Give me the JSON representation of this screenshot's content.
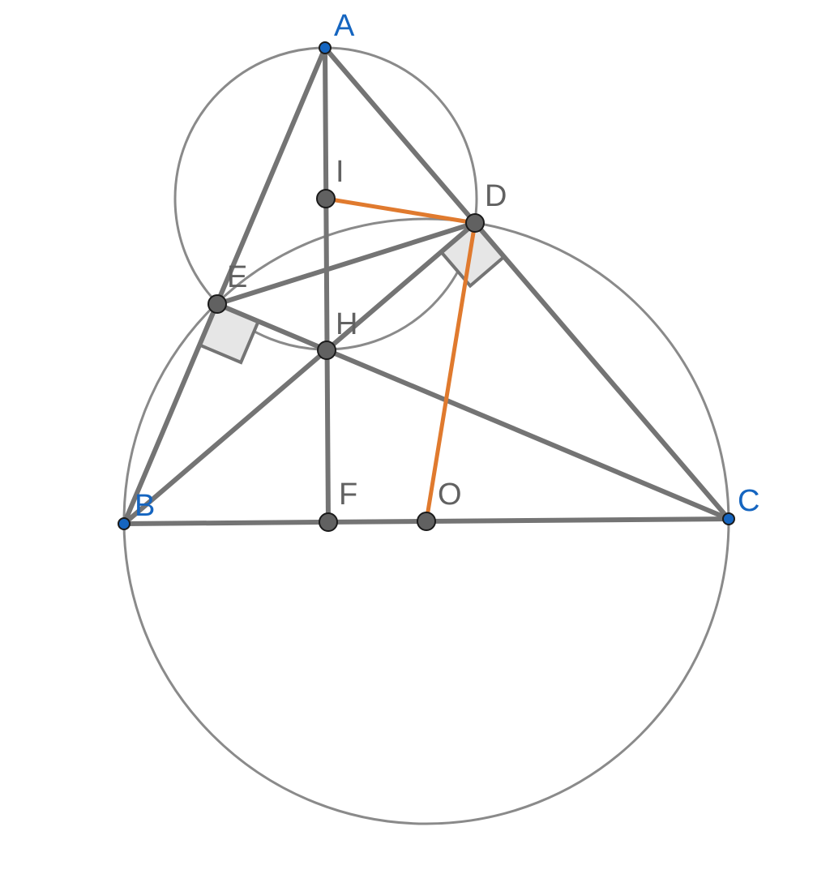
{
  "colors": {
    "stroke": "#747474",
    "circle": "#8a8a8a",
    "highlight": "#e07a2e",
    "given_point": "#1565c0",
    "derived_point": "#616161",
    "right_angle_fill": "#e6e6e6"
  },
  "points": {
    "A": {
      "label": "A",
      "kind": "given"
    },
    "B": {
      "label": "B",
      "kind": "given"
    },
    "C": {
      "label": "C",
      "kind": "given"
    },
    "D": {
      "label": "D",
      "kind": "derived"
    },
    "E": {
      "label": "E",
      "kind": "derived"
    },
    "F": {
      "label": "F",
      "kind": "derived"
    },
    "H": {
      "label": "H",
      "kind": "derived"
    },
    "I": {
      "label": "I",
      "kind": "derived"
    },
    "O": {
      "label": "O",
      "kind": "derived"
    }
  },
  "segments": [
    {
      "name": "AB",
      "from": "A",
      "to": "B",
      "style": "normal"
    },
    {
      "name": "AC",
      "from": "A",
      "to": "C",
      "style": "normal"
    },
    {
      "name": "BC",
      "from": "B",
      "to": "C",
      "style": "normal"
    },
    {
      "name": "AF",
      "from": "A",
      "to": "F",
      "style": "normal"
    },
    {
      "name": "BD",
      "from": "B",
      "to": "D",
      "style": "normal"
    },
    {
      "name": "EC",
      "from": "E",
      "to": "C",
      "style": "normal"
    },
    {
      "name": "ED",
      "from": "E",
      "to": "D",
      "style": "normal"
    },
    {
      "name": "ID",
      "from": "I",
      "to": "D",
      "style": "highlight"
    },
    {
      "name": "OD",
      "from": "O",
      "to": "D",
      "style": "highlight"
    }
  ],
  "circles": [
    {
      "name": "circle-I",
      "center": "I",
      "through": "A"
    },
    {
      "name": "circle-O",
      "center": "O",
      "through": "B"
    }
  ],
  "right_angles": [
    {
      "name": "right-angle-E",
      "vertex": "E",
      "toward1": "B",
      "toward2": "H"
    },
    {
      "name": "right-angle-D",
      "vertex": "D",
      "toward1": "C",
      "toward2": "H"
    }
  ]
}
